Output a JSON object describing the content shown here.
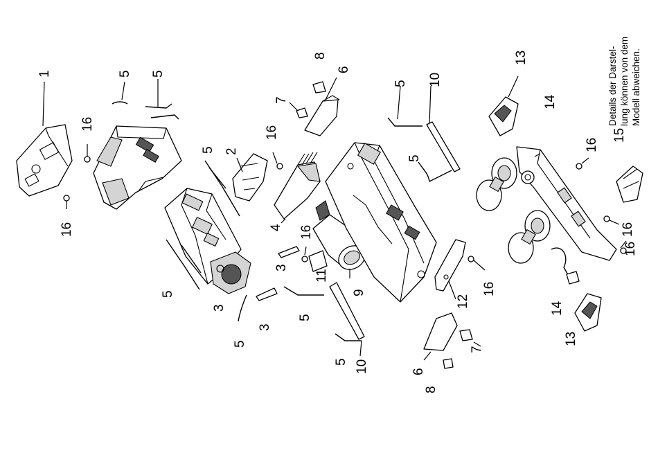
{
  "note": {
    "lines": [
      "Details der Darstel-",
      "lung können von dem",
      "Modell abweichen."
    ]
  },
  "parts": [
    {
      "id": "p1",
      "number": "1",
      "depicts": "housing-cover"
    },
    {
      "id": "p2",
      "number": "2",
      "depicts": "circuit-board"
    },
    {
      "id": "p3",
      "number": "3",
      "depicts": "light-guide"
    },
    {
      "id": "p4",
      "number": "4",
      "depicts": "decoder-board"
    },
    {
      "id": "p5",
      "number": "5",
      "depicts": "handrail-wire"
    },
    {
      "id": "p6",
      "number": "6",
      "depicts": "bogie-pin-holder"
    },
    {
      "id": "p7",
      "number": "7",
      "depicts": "bogie-pivot-screw"
    },
    {
      "id": "p8",
      "number": "8",
      "depicts": "pivot-screw"
    },
    {
      "id": "p9",
      "number": "9",
      "depicts": "motor"
    },
    {
      "id": "p10",
      "number": "10",
      "depicts": "contact-spring"
    },
    {
      "id": "p11",
      "number": "11",
      "depicts": "motor-clip"
    },
    {
      "id": "p12",
      "number": "12",
      "depicts": "contact-plate"
    },
    {
      "id": "p13",
      "number": "13",
      "depicts": "coupler"
    },
    {
      "id": "p14",
      "number": "14",
      "depicts": "coupler-spring"
    },
    {
      "id": "p15",
      "number": "15",
      "depicts": "coupler-pocket"
    },
    {
      "id": "p16",
      "number": "16",
      "depicts": "screw"
    }
  ]
}
